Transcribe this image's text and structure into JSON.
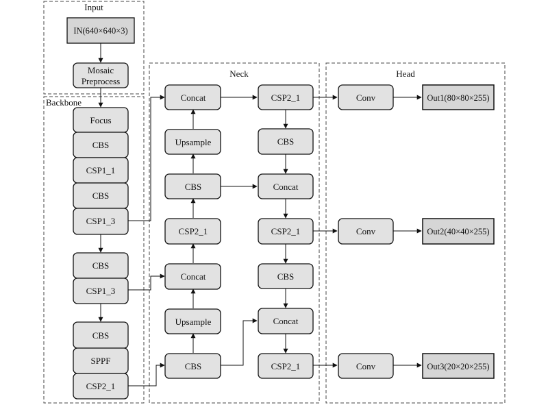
{
  "groups": {
    "input": "Input",
    "backbone": "Backbone",
    "neck": "Neck",
    "head": "Head"
  },
  "nodes": {
    "in": "IN(640×640×3)",
    "mosaic_line1": "Mosaic",
    "mosaic_line2": "Preprocess",
    "focus": "Focus",
    "bb_cbs1": "CBS",
    "bb_csp1_1": "CSP1_1",
    "bb_cbs2": "CBS",
    "bb_csp1_3a": "CSP1_3",
    "bb_cbs3": "CBS",
    "bb_csp1_3b": "CSP1_3",
    "bb_cbs4": "CBS",
    "bb_sppf": "SPPF",
    "bb_csp2_1": "CSP2_1",
    "nk_concat1": "Concat",
    "nk_upsample1": "Upsample",
    "nk_cbs1": "CBS",
    "nk_csp2_1a": "CSP2_1",
    "nk_concat2": "Concat",
    "nk_upsample2": "Upsample",
    "nk_cbs2": "CBS",
    "nk_csp2_1b": "CSP2_1",
    "nk_cbs3": "CBS",
    "nk_concat3": "Concat",
    "nk_csp2_1c": "CSP2_1",
    "nk_cbs4": "CBS",
    "nk_concat4": "Concat",
    "nk_csp2_1d": "CSP2_1",
    "hd_conv1": "Conv",
    "hd_conv2": "Conv",
    "hd_conv3": "Conv",
    "out1": "Out1(80×80×255)",
    "out2": "Out2(40×40×255)",
    "out3": "Out3(20×20×255)"
  },
  "colors": {
    "node_fill": "#e2e2e2",
    "io_fill": "#d6d6d6",
    "stroke": "#111111",
    "dash": "#444444"
  }
}
